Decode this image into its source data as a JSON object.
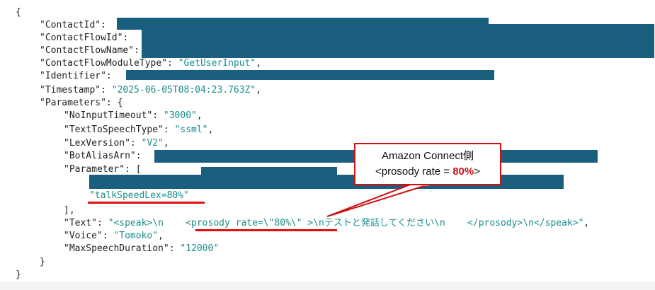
{
  "json": {
    "open_brace": "{",
    "close_brace": "}",
    "contact_id_key": "\"ContactId\"",
    "contact_flow_id_key": "\"ContactFlowId\"",
    "contact_flow_name_key": "\"ContactFlowName\"",
    "module_type_key": "\"ContactFlowModuleType\"",
    "module_type_value": "\"GetUserInput\"",
    "identifier_key": "\"Identifier\"",
    "timestamp_key": "\"Timestamp\"",
    "timestamp_value": "\"2025-06-05T08:04:23.763Z\"",
    "parameters_key": "\"Parameters\"",
    "params": {
      "no_input_timeout_key": "\"NoInputTimeout\"",
      "no_input_timeout_value": "\"3000\"",
      "tts_type_key": "\"TextToSpeechType\"",
      "tts_type_value": "\"ssml\"",
      "lex_version_key": "\"LexVersion\"",
      "lex_version_value": "\"V2\"",
      "bot_alias_arn_key": "\"BotAliasArn\"",
      "parameter_key": "\"Parameter\"",
      "parameter_item": "\"talkSpeedLex=80%\"",
      "text_key": "\"Text\"",
      "text_value_start": "\"<speak>\\n    ",
      "text_value_prosody": "<prosody rate=\\\"80%\\\" ",
      "text_value_rest": ">\\nテストと発話してください\\n    </prosody>\\n</speak>\"",
      "voice_key": "\"Voice\"",
      "voice_value": "\"Tomoko\"",
      "max_duration_key": "\"MaxSpeechDuration\"",
      "max_duration_value": "\"12000\""
    }
  },
  "callout": {
    "line1": "Amazon Connect側",
    "line2_prefix": "<prosody rate = ",
    "line2_value": "80%",
    "line2_suffix": ">"
  },
  "colors": {
    "redaction": "#1b5f7e",
    "annotation_red": "#e01010",
    "string_teal": "#1a8c8c"
  }
}
